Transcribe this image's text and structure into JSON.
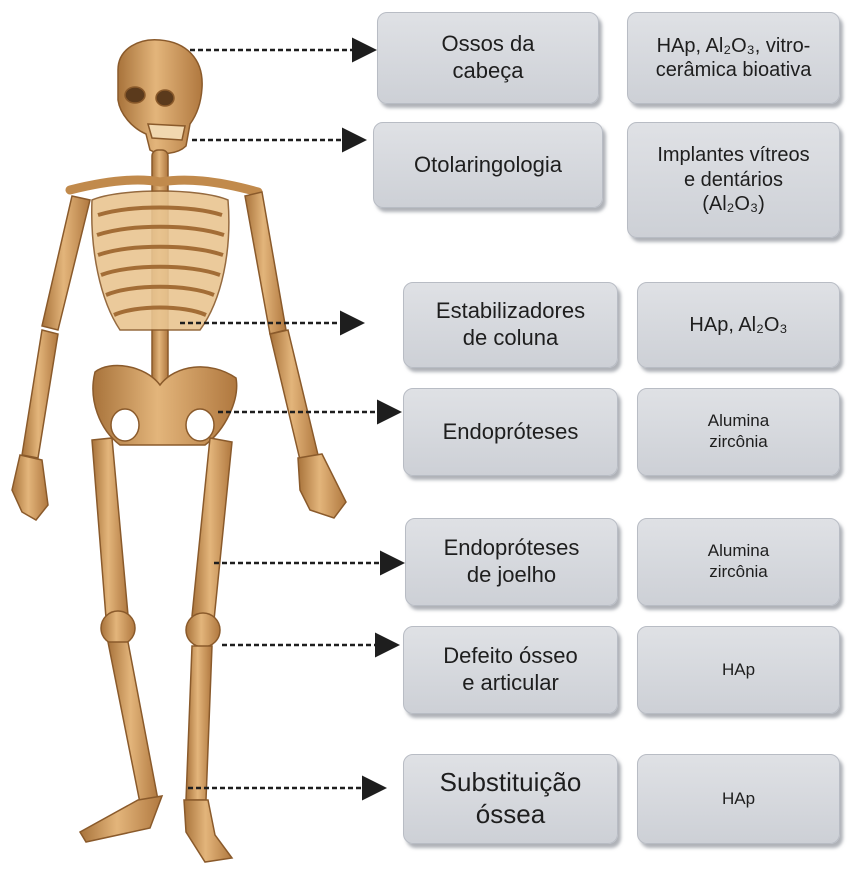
{
  "rows": [
    {
      "label": "Ossos da\ncabeça",
      "material": "HAp, Al₂O₃, vitro-\ncerâmica bioativa"
    },
    {
      "label": "Otolaringologia",
      "material": "Implantes vítreos\ne dentários\n(Al₂O₃)"
    },
    {
      "label": "Estabilizadores\nde coluna",
      "material": "HAp, Al₂O₃"
    },
    {
      "label": "Endopróteses",
      "material": "Alumina\nzircônia"
    },
    {
      "label": "Endopróteses\nde joelho",
      "material": "Alumina\nzircônia"
    },
    {
      "label": "Defeito ósseo\ne articular",
      "material": "HAp"
    },
    {
      "label": "Substituição\nóssea",
      "material": "HAp"
    }
  ],
  "colors": {
    "bone": "#d9a76a",
    "bone_shadow": "#9b6a35",
    "box": "#d5d8dd",
    "arrow": "#1e1e1e"
  }
}
